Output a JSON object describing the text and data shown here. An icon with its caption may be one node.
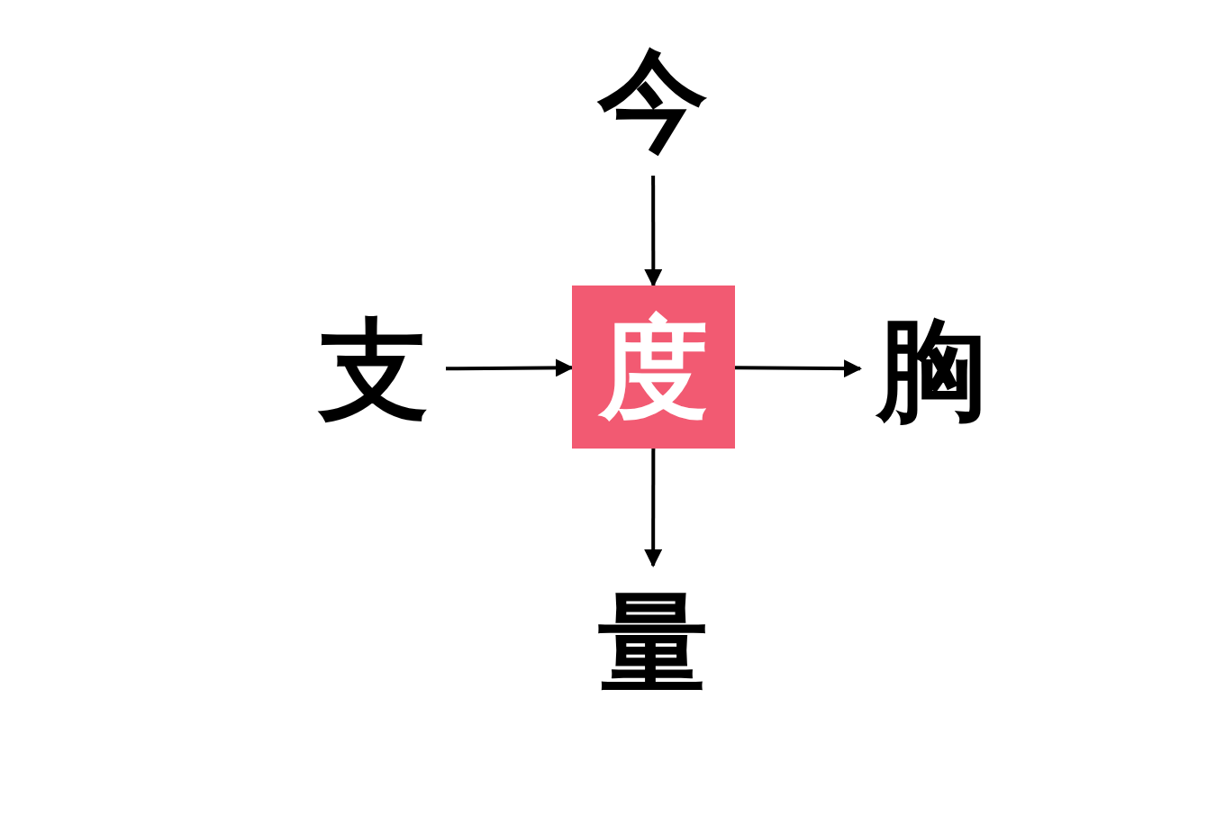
{
  "diagram": {
    "nodes": [
      {
        "text": [
          "今"
        ]
      },
      {
        "text": [
          "支"
        ]
      },
      {
        "text": [
          "度"
        ]
      },
      {
        "text": [
          "胸"
        ]
      },
      {
        "text": [
          "量"
        ]
      }
    ],
    "edges": [
      {
        "from": 0,
        "to": 2,
        "arrow": "to"
      },
      {
        "from": 1,
        "to": 2,
        "arrow": "to"
      },
      {
        "from": 2,
        "to": 3,
        "arrow": "to"
      },
      {
        "from": 2,
        "to": 4,
        "arrow": "to"
      }
    ]
  }
}
